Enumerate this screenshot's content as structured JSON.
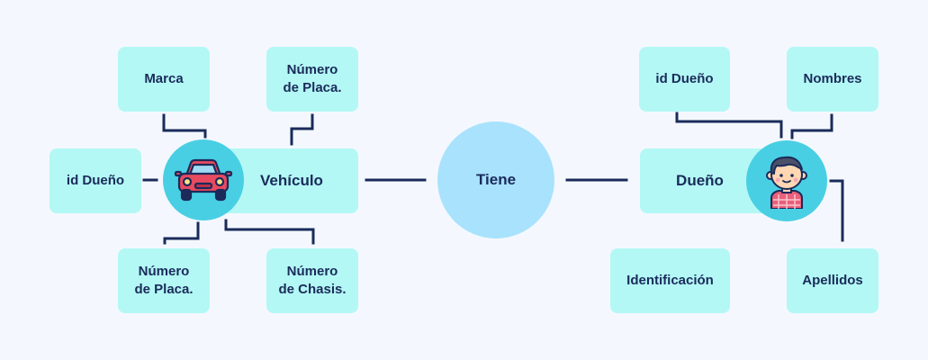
{
  "vehicle": {
    "title": "Vehículo",
    "attributes": {
      "marca": "Marca",
      "numero_placa_top": "Número\nde Placa.",
      "id_dueno": "id Dueño",
      "numero_placa_bottom": "Número\nde Placa.",
      "numero_chasis": "Número\nde Chasis."
    },
    "icon": "car-icon"
  },
  "relation": {
    "label": "Tiene"
  },
  "owner": {
    "title": "Dueño",
    "attributes": {
      "id_dueno": "id Dueño",
      "nombres": "Nombres",
      "identificacion": "Identificación",
      "apellidos": "Apellidos"
    },
    "icon": "person-avatar-icon"
  },
  "colors": {
    "background": "#f4f8fe",
    "box": "#b3f8f5",
    "relation_circle": "#a8e2fd",
    "icon_circle": "#49cfe3",
    "line": "#1a2b5a",
    "text": "#1a2b5a"
  }
}
